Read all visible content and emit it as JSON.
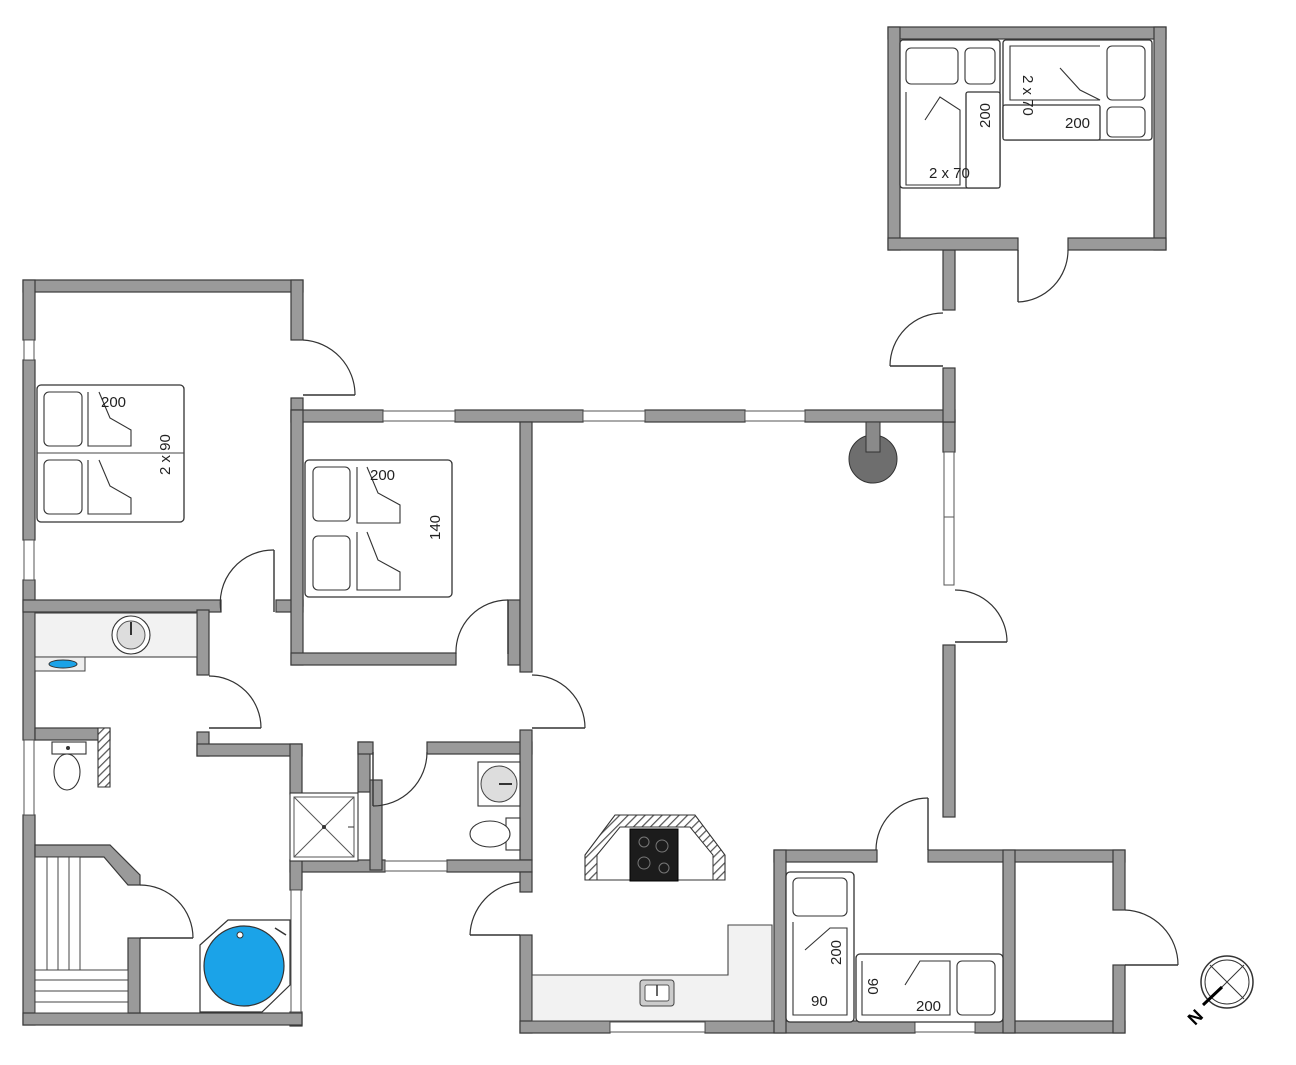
{
  "plan": {
    "labels": {
      "bed_nw_length": "200",
      "bed_nw_width": "2 x 90",
      "bed_mid_length": "200",
      "bed_mid_width": "140",
      "annex_bed_a_width": "2 x 70",
      "annex_bed_a_length": "200",
      "annex_bed_b_width": "2 x 70",
      "annex_bed_b_length": "200",
      "se_bed_vertical_length": "200",
      "se_bed_vertical_width": "90",
      "se_bed_horizontal_width": "90",
      "se_bed_horizontal_length": "200"
    },
    "colors": {
      "wall": "#9a9a9a",
      "wall_outline": "#3a3a3a",
      "bathtub": "#1ba3e8",
      "stove": "#1c1c1c",
      "stove_pipe": "#6e6e6e",
      "counter": "#f2f2f2"
    },
    "icons": [
      "compass-icon",
      "stove-icon",
      "sink-icon",
      "toilet-icon",
      "shower-icon",
      "bathtub-icon",
      "fireplace-icon",
      "washing-machine-icon"
    ]
  }
}
